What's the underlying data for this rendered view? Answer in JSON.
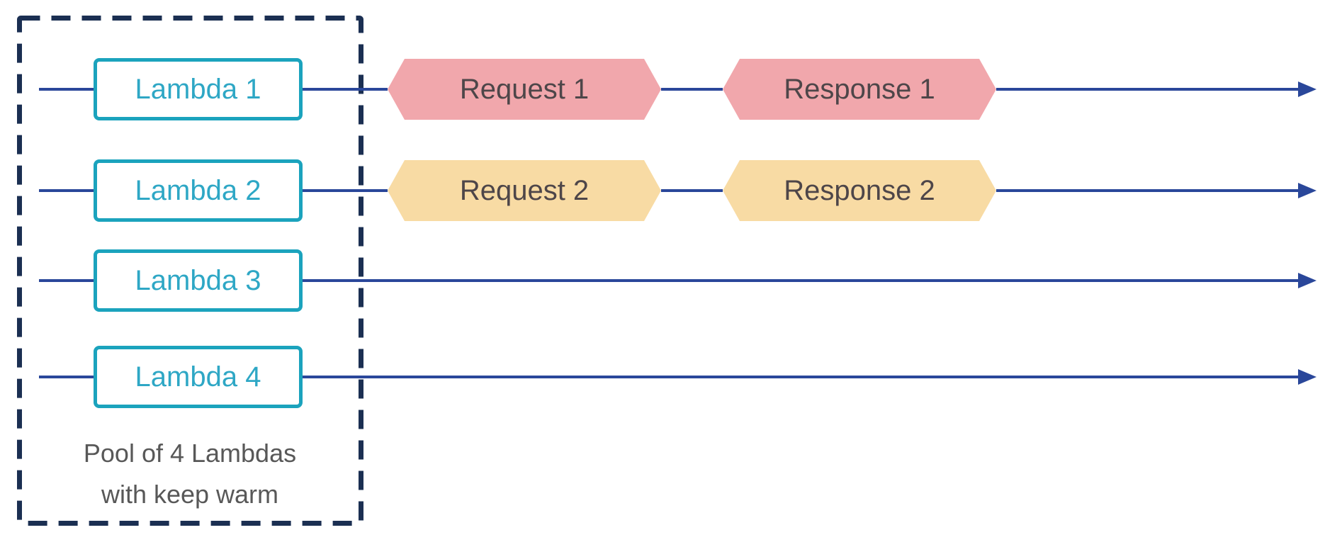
{
  "diagram": {
    "pool": {
      "label_line1": "Pool of 4 Lambdas",
      "label_line2": "with keep warm"
    },
    "rows": [
      {
        "lambda_label": "Lambda 1",
        "request_label": "Request 1",
        "response_label": "Response 1"
      },
      {
        "lambda_label": "Lambda 2",
        "request_label": "Request 2",
        "response_label": "Response 2"
      },
      {
        "lambda_label": "Lambda 3"
      },
      {
        "lambda_label": "Lambda 4"
      }
    ],
    "colors": {
      "background": "#FFFFFF",
      "pool_border": "#1B2F52",
      "lambda_box_border": "#1BA3BD",
      "lambda_box_text": "#2EA7C5",
      "flow_line": "#2A479A",
      "row1_shape_fill": "#F1A7AC",
      "row2_shape_fill": "#F8DBA4",
      "shape_text": "#4E4649",
      "pool_label_text": "#585858"
    }
  }
}
